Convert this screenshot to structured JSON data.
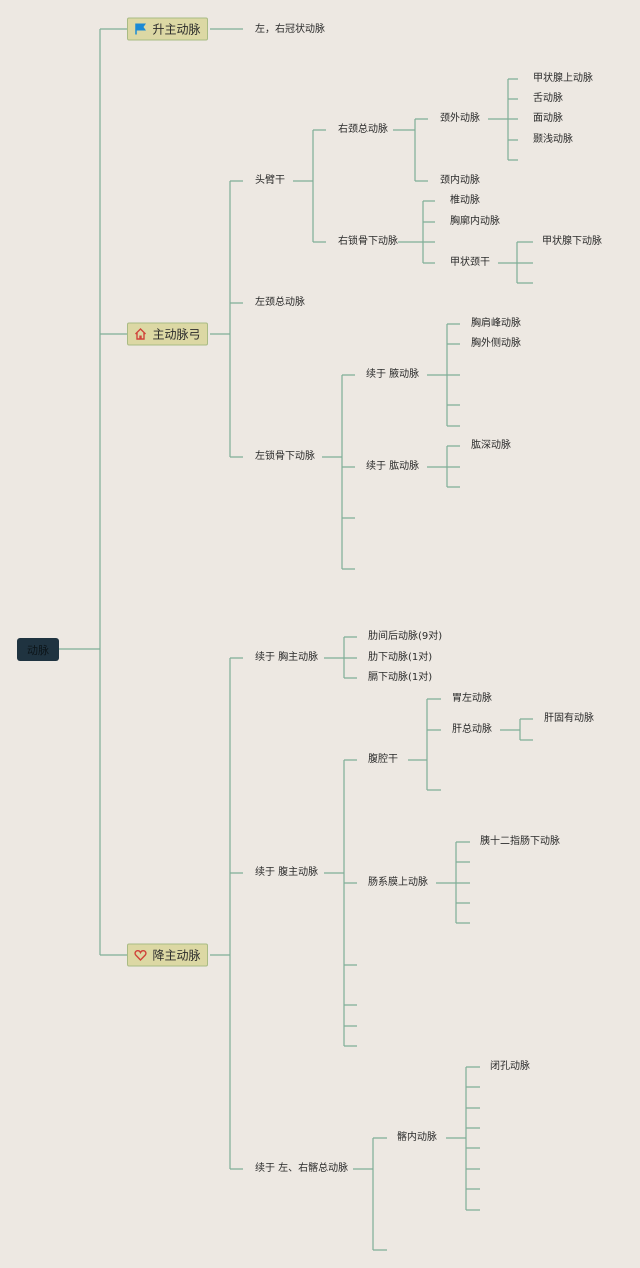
{
  "root": {
    "label": "动脉"
  },
  "ascending": {
    "label": "升主动脉",
    "icon": "flag-icon",
    "children": [
      "左，右冠状动脉"
    ]
  },
  "arch": {
    "label": "主动脉弓",
    "icon": "home-icon",
    "brachiocephalic": "头臂干",
    "right_common_carotid": "右颈总动脉",
    "external_carotid": "颈外动脉",
    "external_branches": [
      "甲状腺上动脉",
      "舌动脉",
      "面动脉",
      "颞浅动脉"
    ],
    "internal_carotid": "颈内动脉",
    "right_subclavian": "右锁骨下动脉",
    "subclavian_branches": [
      "椎动脉",
      "胸廓内动脉",
      "甲状颈干"
    ],
    "thyrocervical_branches": [
      "甲状腺下动脉"
    ],
    "left_common_carotid": "左颈总动脉",
    "left_subclavian": "左锁骨下动脉",
    "axillary": "续于 腋动脉",
    "axillary_branches": [
      "胸肩峰动脉",
      "胸外侧动脉"
    ],
    "brachial": "续于 肱动脉",
    "brachial_branches": [
      "肱深动脉"
    ]
  },
  "descending": {
    "label": "降主动脉",
    "icon": "heart-icon",
    "thoracic": "续于 胸主动脉",
    "thoracic_branches": [
      "肋间后动脉(9对)",
      "肋下动脉(1对)",
      "膈下动脉(1对)"
    ],
    "abdominal": "续于 腹主动脉",
    "celiac": "腹腔干",
    "celiac_branches": [
      "胃左动脉",
      "肝总动脉"
    ],
    "hepatic_branches": [
      "肝固有动脉"
    ],
    "sma": "肠系膜上动脉",
    "sma_branches": [
      "胰十二指肠下动脉"
    ],
    "iliac": "续于 左、右髂总动脉",
    "internal_iliac": "髂内动脉",
    "internal_iliac_branches": [
      "闭孔动脉"
    ]
  },
  "colors": {
    "background": "#ede8e2",
    "line": "#7fae97",
    "topic_fill": "#dcd8a4",
    "root_fill": "#1f3340"
  }
}
